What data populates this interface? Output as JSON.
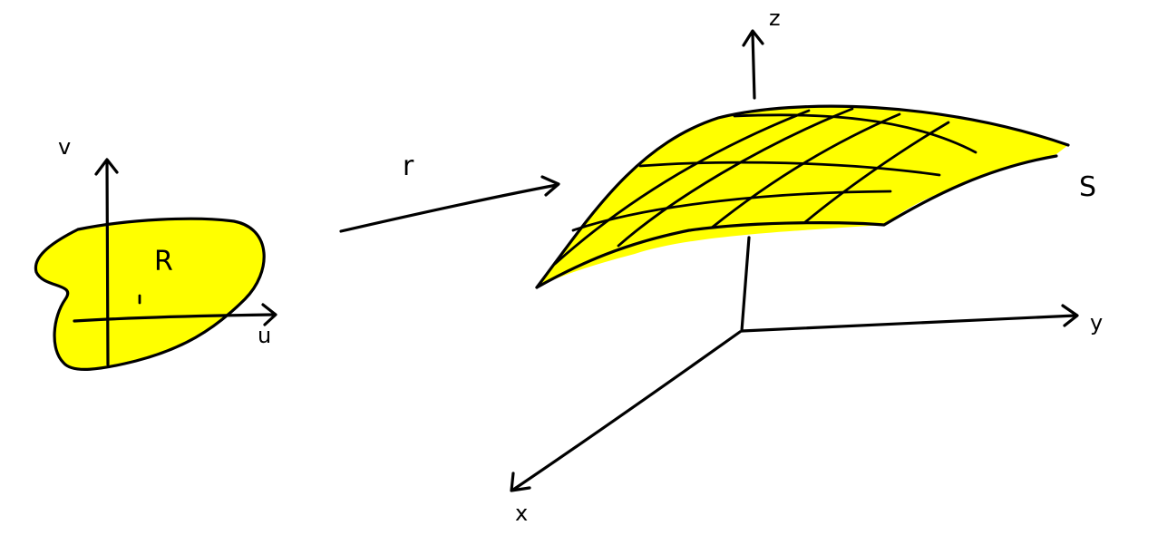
{
  "labels": {
    "v_axis": "v",
    "u_axis": "u",
    "region": "R",
    "map": "r",
    "surface": "S",
    "x_axis": "x",
    "y_axis": "y",
    "z_axis": "z"
  },
  "colors": {
    "highlight": "#ffff00",
    "ink": "#000000",
    "background": "#ffffff"
  }
}
